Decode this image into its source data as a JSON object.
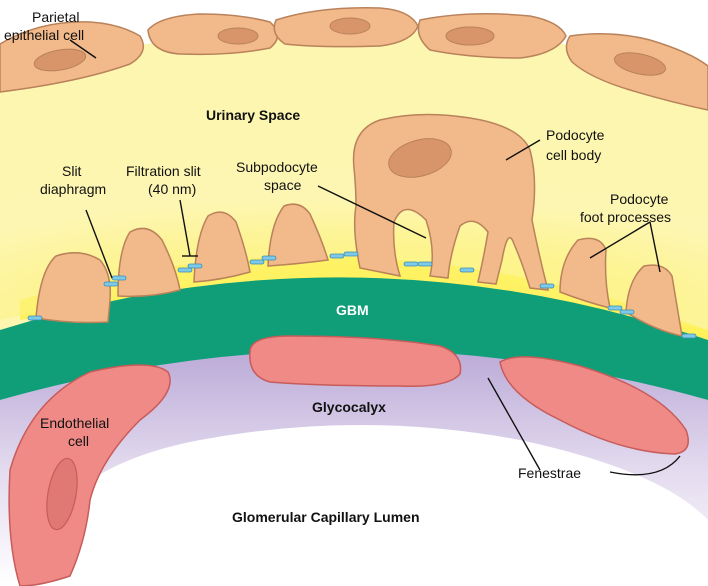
{
  "labels": {
    "parietal_1": "Parietal",
    "parietal_2": "epithelial cell",
    "urinary_space": "Urinary Space",
    "podocyte_body_1": "Podocyte",
    "podocyte_body_2": "cell body",
    "slit_diaphragm_1": "Slit",
    "slit_diaphragm_2": "diaphragm",
    "filtration_slit_1": "Filtration slit",
    "filtration_slit_2": "(40 nm)",
    "subpodocyte_1": "Subpodocyte",
    "subpodocyte_2": "space",
    "foot_processes_1": "Podocyte",
    "foot_processes_2": "foot processes",
    "gbm": "GBM",
    "glycocalyx": "Glycocalyx",
    "endothelial_1": "Endothelial",
    "endothelial_2": "cell",
    "fenestrae": "Fenestrae",
    "lumen": "Glomerular Capillary Lumen"
  },
  "colors": {
    "urinary_yellow": "#fdf6a8",
    "bright_yellow": "#fff04a",
    "cell_fill": "#f2b98a",
    "cell_edge": "#b9825a",
    "nucleus": "#d9956a",
    "gbm_green": "#0f9e78",
    "glycocalyx_purple": "#c2b2dc",
    "endothelial_pink": "#ef8a86",
    "endothelial_edge": "#c75c5a",
    "diaphragm_blue": "#7fc8e6"
  }
}
